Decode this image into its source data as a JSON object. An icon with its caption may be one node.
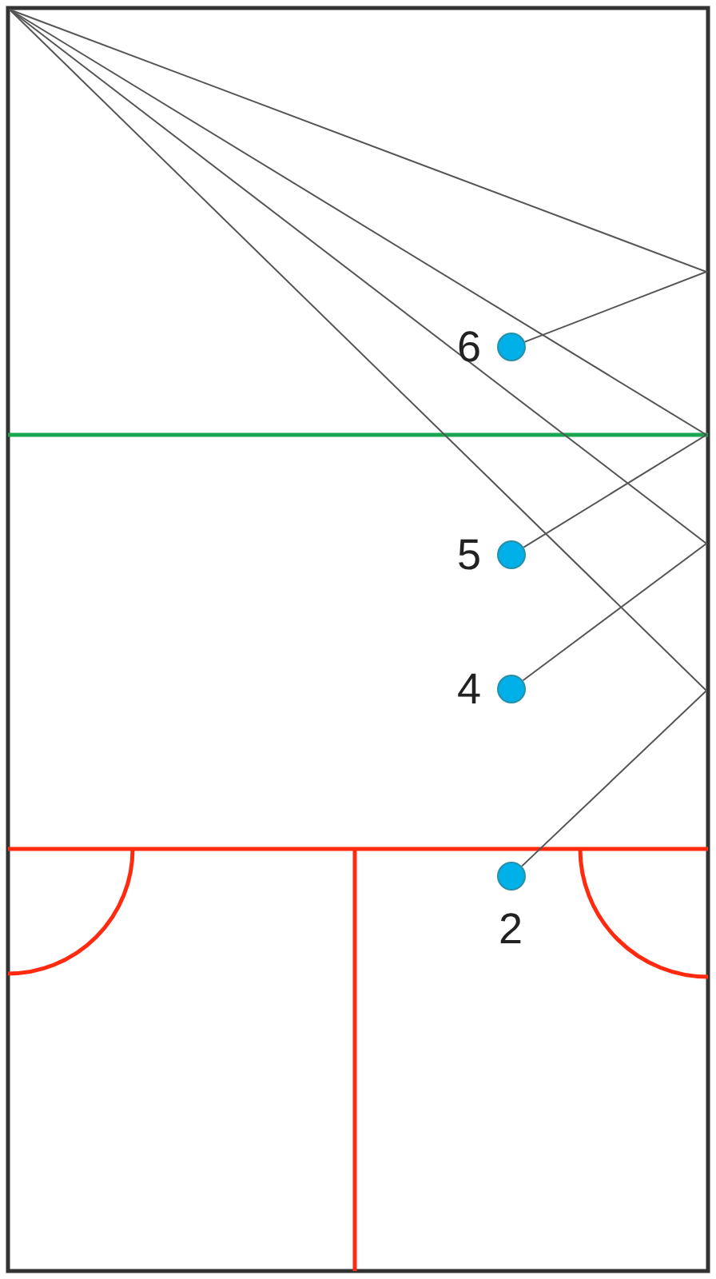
{
  "diagram": {
    "nodes": [
      {
        "text": [],
        "shape": "circle",
        "beside": [
          "6"
        ]
      },
      {
        "text": [],
        "shape": "circle",
        "beside": [
          "5"
        ]
      },
      {
        "text": [],
        "shape": "circle",
        "beside": [
          "4"
        ]
      },
      {
        "text": [],
        "shape": "circle",
        "beside": [
          "2"
        ]
      }
    ],
    "edges": [
      {
        "from": null,
        "to": 0,
        "arrow": "none"
      },
      {
        "from": null,
        "to": 1,
        "arrow": "none"
      },
      {
        "from": null,
        "to": 2,
        "arrow": "none"
      },
      {
        "from": null,
        "to": 3,
        "arrow": "none"
      }
    ]
  }
}
